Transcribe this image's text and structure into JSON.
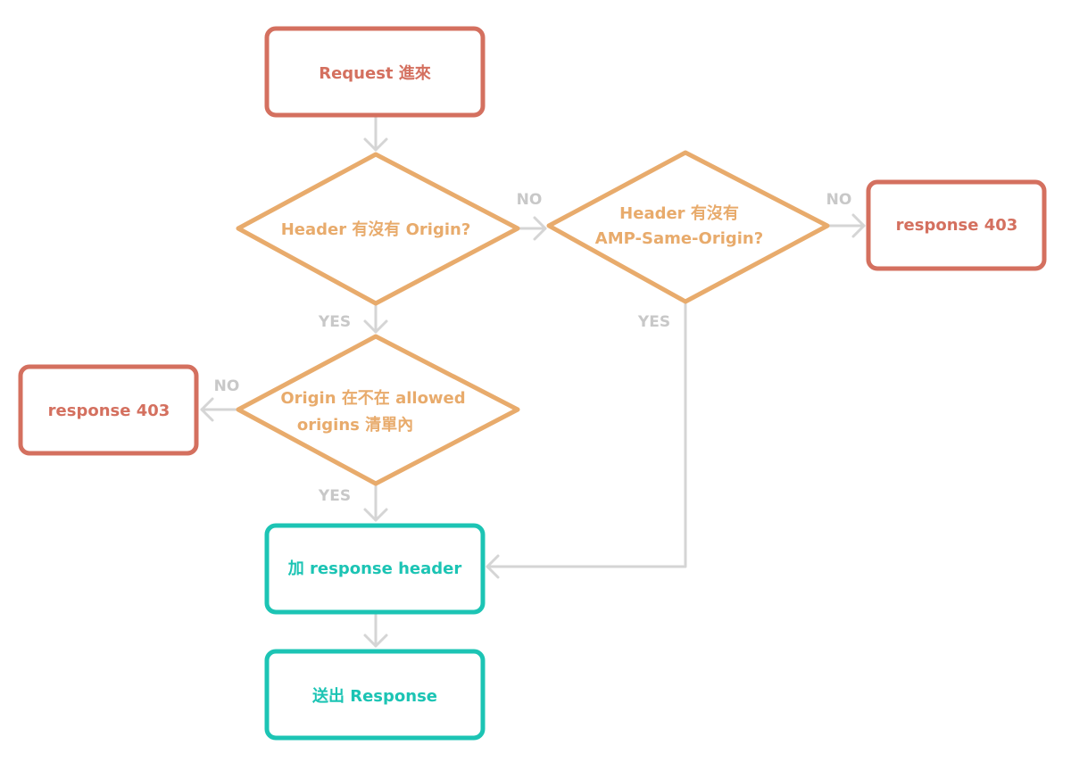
{
  "colors": {
    "terminal_red": "#d4705f",
    "decision": "#e8ab6c",
    "success_teal": "#1cc4b4",
    "connector": "#d5d5d5",
    "edge_label": "#c8c8c8"
  },
  "nodes": {
    "request_in": {
      "label": "Request 進來",
      "shape": "rounded-rect"
    },
    "check_origin": {
      "label": "Header 有沒有 Origin?",
      "shape": "diamond"
    },
    "check_amp": {
      "label_lines": [
        "Header 有沒有",
        "AMP-Same-Origin?"
      ],
      "shape": "diamond"
    },
    "reject_right": {
      "label": "response 403",
      "shape": "rounded-rect"
    },
    "check_allowed": {
      "label_lines": [
        "Origin 在不在 allowed",
        "origins 清單內"
      ],
      "shape": "diamond"
    },
    "reject_left": {
      "label": "response 403",
      "shape": "rounded-rect"
    },
    "add_header": {
      "label": "加 response header",
      "shape": "rounded-rect"
    },
    "send_response": {
      "label": "送出 Response",
      "shape": "rounded-rect"
    }
  },
  "edges": {
    "origin_no": "NO",
    "amp_no": "NO",
    "origin_yes": "YES",
    "amp_yes": "YES",
    "allowed_no": "NO",
    "allowed_yes": "YES"
  }
}
